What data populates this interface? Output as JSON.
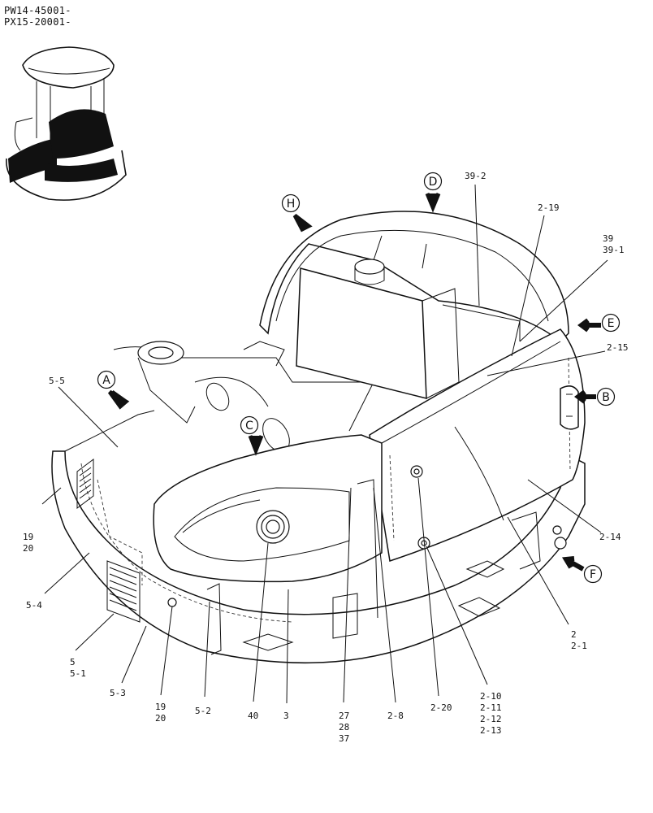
{
  "header": {
    "line1": "PW14-45001-",
    "line2": "PX15-20001-"
  },
  "view_markers": [
    "A",
    "B",
    "C",
    "D",
    "E",
    "F",
    "H"
  ],
  "part_labels": {
    "p5_5": "5-5",
    "p19_20_left": [
      "19",
      "20"
    ],
    "p5_4": "5-4",
    "p5_5_1": [
      "5",
      "5-1"
    ],
    "p5_3": "5-3",
    "p19_20_bottom": [
      "19",
      "20"
    ],
    "p5_2": "5-2",
    "p40": "40",
    "p3": "3",
    "p27_28_37": [
      "27",
      "28",
      "37"
    ],
    "p2_8": "2-8",
    "p2_20": "2-20",
    "p2_10_13": [
      "2-10",
      "2-11",
      "2-12",
      "2-13"
    ],
    "p2_2_1": [
      "2",
      "2-1"
    ],
    "p2_14": "2-14",
    "p2_15": "2-15",
    "p39_39_1": [
      "39",
      "39-1"
    ],
    "p39_2": "39-2",
    "p2_19": "2-19"
  }
}
